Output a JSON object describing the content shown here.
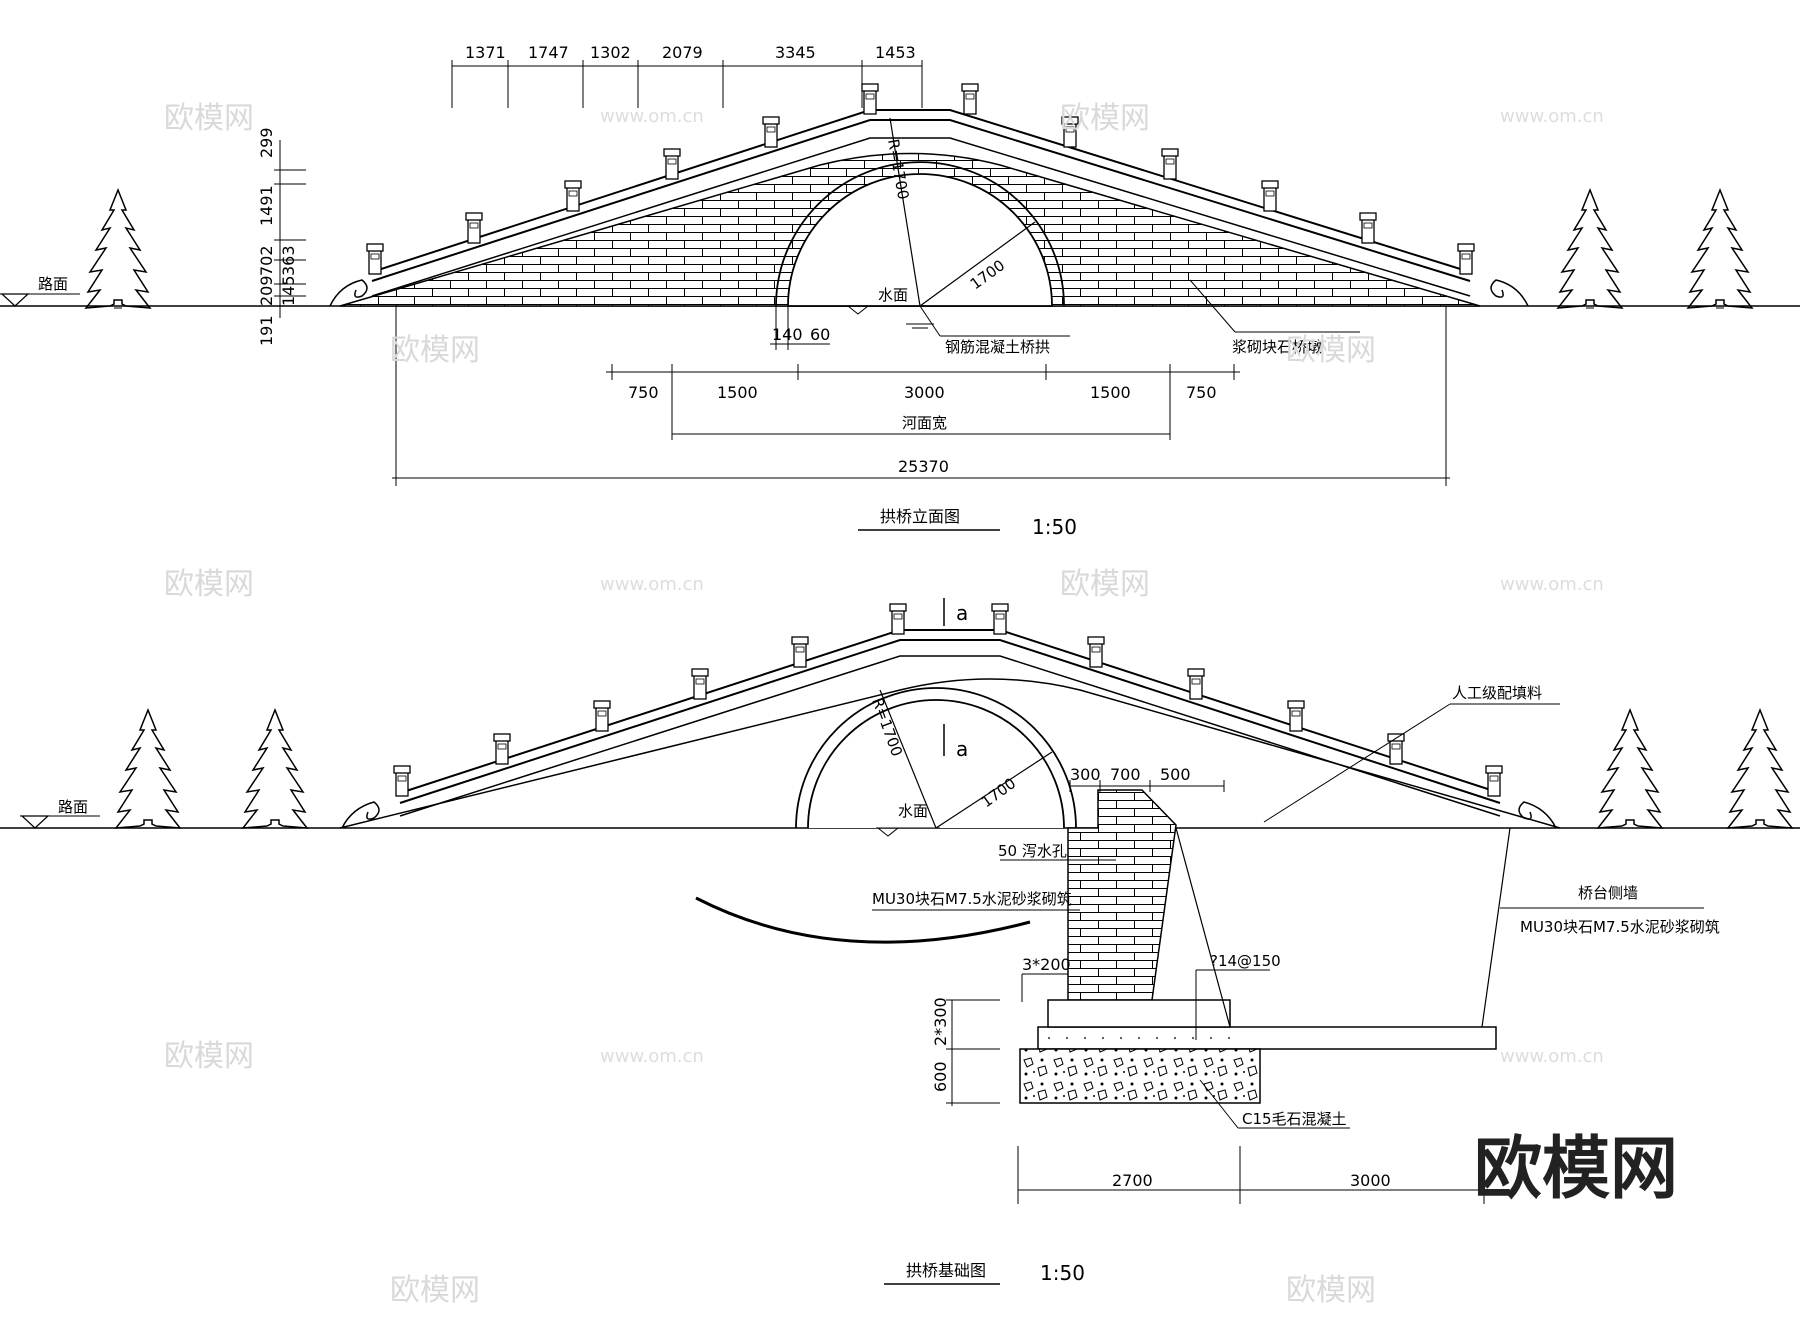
{
  "elevation": {
    "title": "拱桥立面图",
    "scale": "1:50",
    "road_label": "路面",
    "water_label": "水面",
    "arch_label": "钢筋混凝土桥拱",
    "pier_label": "浆砌块石桥墩",
    "river_width_label": "河面宽",
    "radius_label": "R=1700",
    "radius_value": "1700",
    "top_dims": [
      "1371",
      "1747",
      "1302",
      "2079",
      "3345",
      "1453"
    ],
    "left_dims": [
      "299",
      "1491",
      "363",
      "702",
      "209",
      "145",
      "191"
    ],
    "arch_dims": [
      "140",
      "60"
    ],
    "bottom_dims": [
      "750",
      "1500",
      "3000",
      "1500",
      "750"
    ],
    "total_length": "25370"
  },
  "foundation": {
    "title": "拱桥基础图",
    "scale": "1:50",
    "road_label": "路面",
    "water_label": "水面",
    "section_mark": "a",
    "radius_label": "R=1700",
    "radius_value": "1700",
    "fill_label": "人工级配填料",
    "drain_label": "50 泻水孔",
    "masonry_label": "MU30块石M7.5水泥砂浆砌筑",
    "abutment_label": "桥台侧墙",
    "abutment_masonry_label": "MU30块石M7.5水泥砂浆砌筑",
    "rebar_label": "?14@150",
    "concrete_label": "C15毛石混凝土",
    "top_dims": [
      "300",
      "700",
      "500"
    ],
    "step_dim": "3*200",
    "left_dims": [
      "2*300",
      "600"
    ],
    "bottom_dims": [
      "2700",
      "3000"
    ]
  },
  "watermarks": {
    "brand": "欧模网",
    "site": "www.om.cn"
  }
}
